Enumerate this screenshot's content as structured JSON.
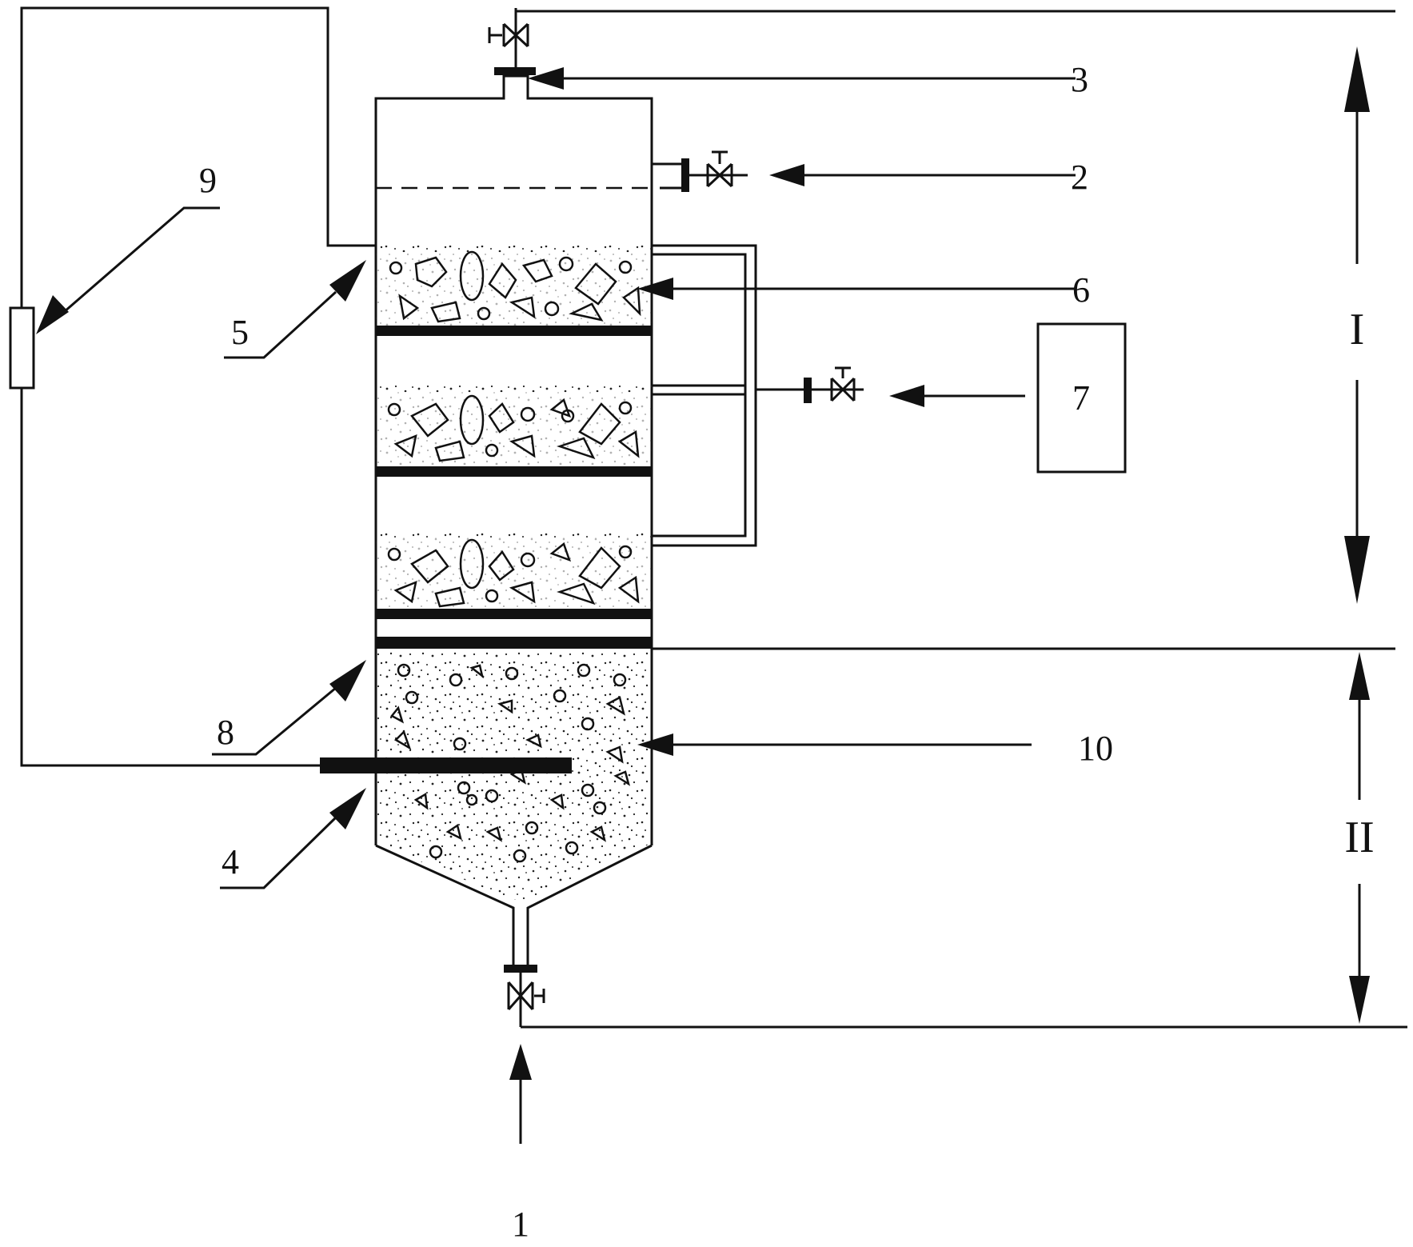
{
  "diagram": {
    "callouts": {
      "c1": "1",
      "c2": "2",
      "c3": "3",
      "c4": "4",
      "c5": "5",
      "c6": "6",
      "c7": "7",
      "c8": "8",
      "c9": "9",
      "c10": "10"
    },
    "zones": {
      "upper": "I",
      "lower": "II"
    }
  }
}
